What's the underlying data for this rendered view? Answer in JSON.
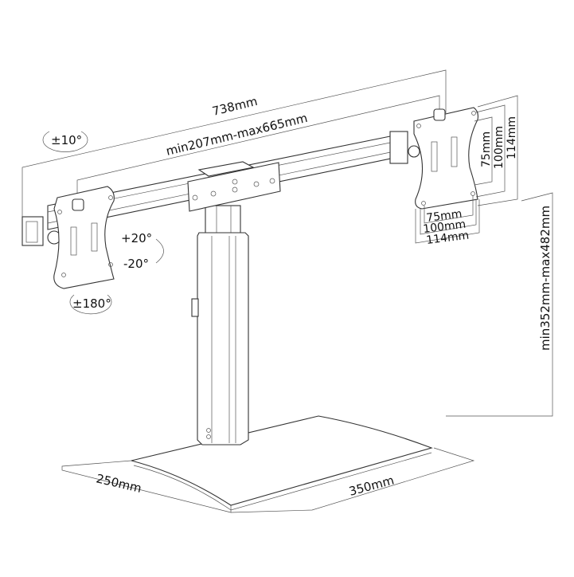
{
  "title": "Dual monitor desk stand dimension drawing",
  "dimensions": {
    "total_width": "738mm",
    "arm_range": "min207mm-max665mm",
    "height_range": "min352mm-max482mm",
    "base_depth": "250mm",
    "base_width": "350mm"
  },
  "vesa": {
    "vertical": [
      "75mm",
      "100mm",
      "114mm"
    ],
    "horizontal": [
      "75mm",
      "100mm",
      "114mm"
    ]
  },
  "rotation": {
    "swivel": "±10°",
    "tilt_up": "+20°",
    "tilt_down": "-20°",
    "rotate": "±180°"
  }
}
